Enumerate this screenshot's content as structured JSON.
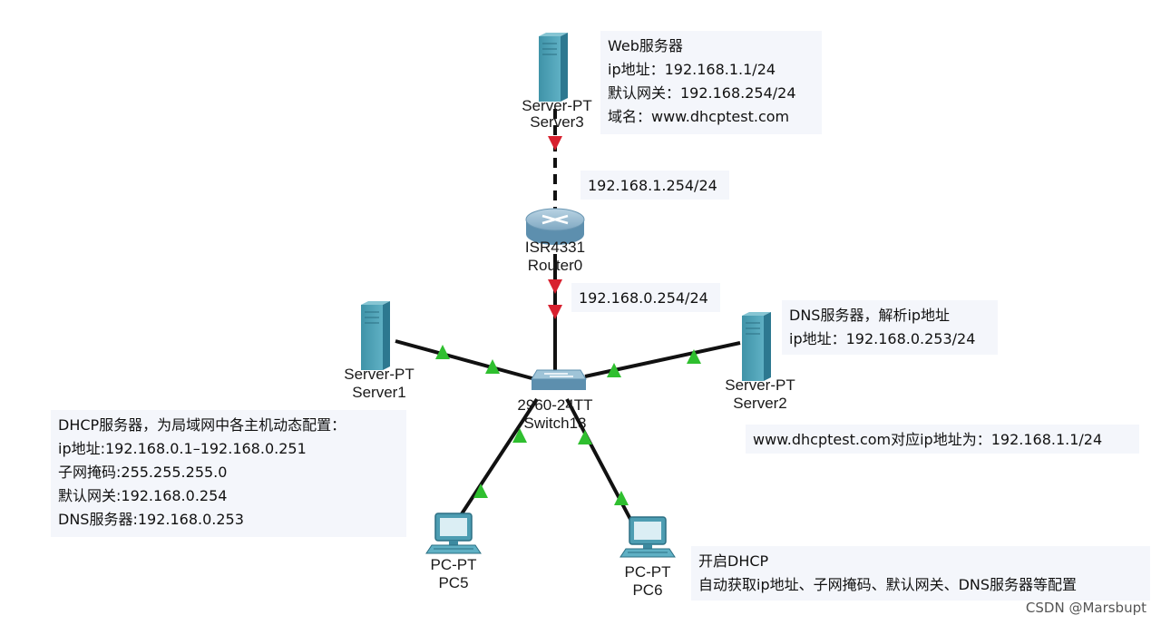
{
  "devices": {
    "server3": {
      "model": "Server-PT",
      "name": "Server3"
    },
    "router0": {
      "model": "ISR4331",
      "name": "Router0"
    },
    "server1": {
      "model": "Server-PT",
      "name": "Server1"
    },
    "server2": {
      "model": "Server-PT",
      "name": "Server2"
    },
    "switch13": {
      "model": "2960-24TT",
      "name": "Switch13"
    },
    "pc5": {
      "model": "PC-PT",
      "name": "PC5"
    },
    "pc6": {
      "model": "PC-PT",
      "name": "PC6"
    }
  },
  "link_labels": {
    "router_upper": "192.168.1.254/24",
    "router_lower": "192.168.0.254/24"
  },
  "notes": {
    "web": [
      "Web服务器",
      "ip地址：192.168.1.1/24",
      "默认网关：192.168.254/24",
      "域名：www.dhcptest.com"
    ],
    "dns": [
      "DNS服务器，解析ip地址",
      "ip地址：192.168.0.253/24"
    ],
    "dns_mapping": "www.dhcptest.com对应ip地址为：192.168.1.1/24",
    "dhcp": [
      "DHCP服务器，为局域网中各主机动态配置：",
      "ip地址:192.168.0.1–192.168.0.251",
      "子网掩码:255.255.255.0",
      "默认网关:192.168.0.254",
      "DNS服务器:192.168.0.253"
    ],
    "pc": [
      "开启DHCP",
      "自动获取ip地址、子网掩码、默认网关、DNS服务器等配置"
    ]
  },
  "colors": {
    "link_up": "#2fbf2f",
    "link_down": "#d8212f",
    "cable": "#111111",
    "note_bg": "#f4f6fb"
  },
  "watermark": "CSDN @Marsbupt"
}
